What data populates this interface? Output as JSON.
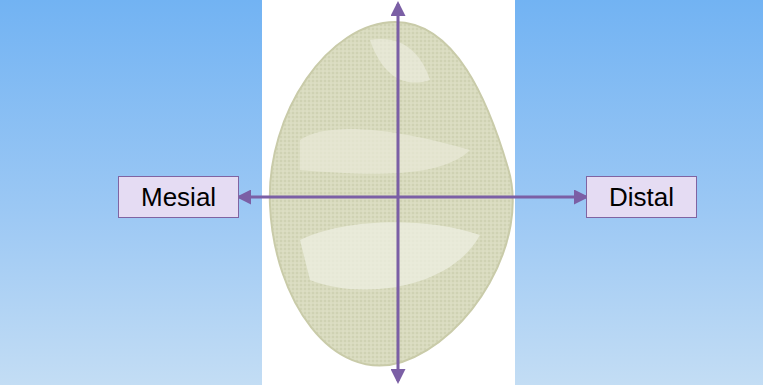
{
  "diagram": {
    "nodes": [
      {
        "text": [
          "Mesial"
        ]
      },
      {
        "text": [
          "Distal"
        ]
      }
    ],
    "edges": [
      {
        "from": 0,
        "to": 1,
        "arrow": "both"
      }
    ]
  }
}
